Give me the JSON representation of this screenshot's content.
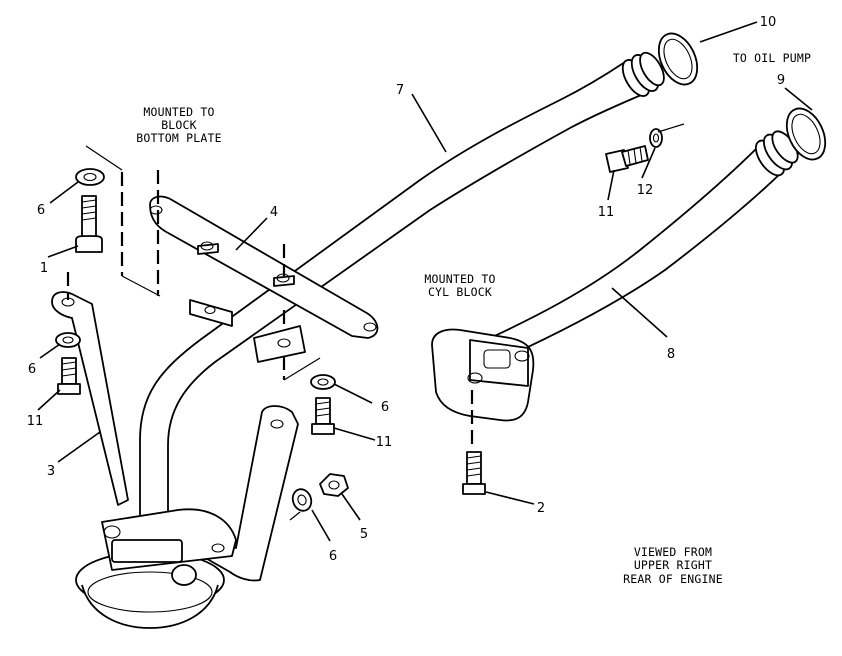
{
  "notes": {
    "block_bottom_plate": [
      "MOUNTED TO",
      "BLOCK",
      "BOTTOM PLATE"
    ],
    "cyl_block": [
      "MOUNTED TO",
      "CYL BLOCK"
    ],
    "oil_pump": "TO OIL PUMP",
    "view": [
      "VIEWED FROM",
      "UPPER RIGHT",
      "REAR OF ENGINE"
    ]
  },
  "callouts": {
    "c10": "10",
    "c9": "9",
    "c7": "7",
    "c4": "4",
    "c12": "12",
    "c11_top": "11",
    "c6_tl": "6",
    "c1": "1",
    "c8": "8",
    "c6_ml": "6",
    "c11_ml": "11",
    "c6_mid": "6",
    "c11_mid": "11",
    "c3": "3",
    "c5": "5",
    "c6_bot": "6",
    "c2": "2"
  }
}
